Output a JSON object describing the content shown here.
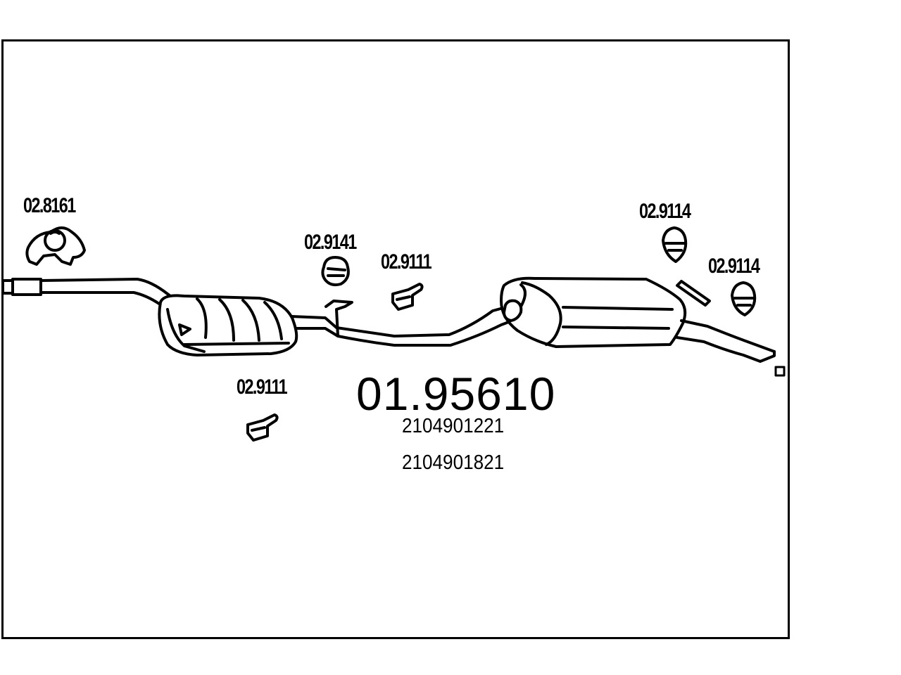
{
  "diagram": {
    "main_part_number": "01.95610",
    "oem_numbers": [
      "2104901221",
      "2104901821"
    ],
    "part_labels": {
      "front_mount": "02.8161",
      "rubber_ring_center": "02.9141",
      "bracket_upper": "02.9111",
      "bracket_lower": "02.9111",
      "rear_mount_upper": "02.9114",
      "rear_mount_right": "02.9114"
    }
  }
}
